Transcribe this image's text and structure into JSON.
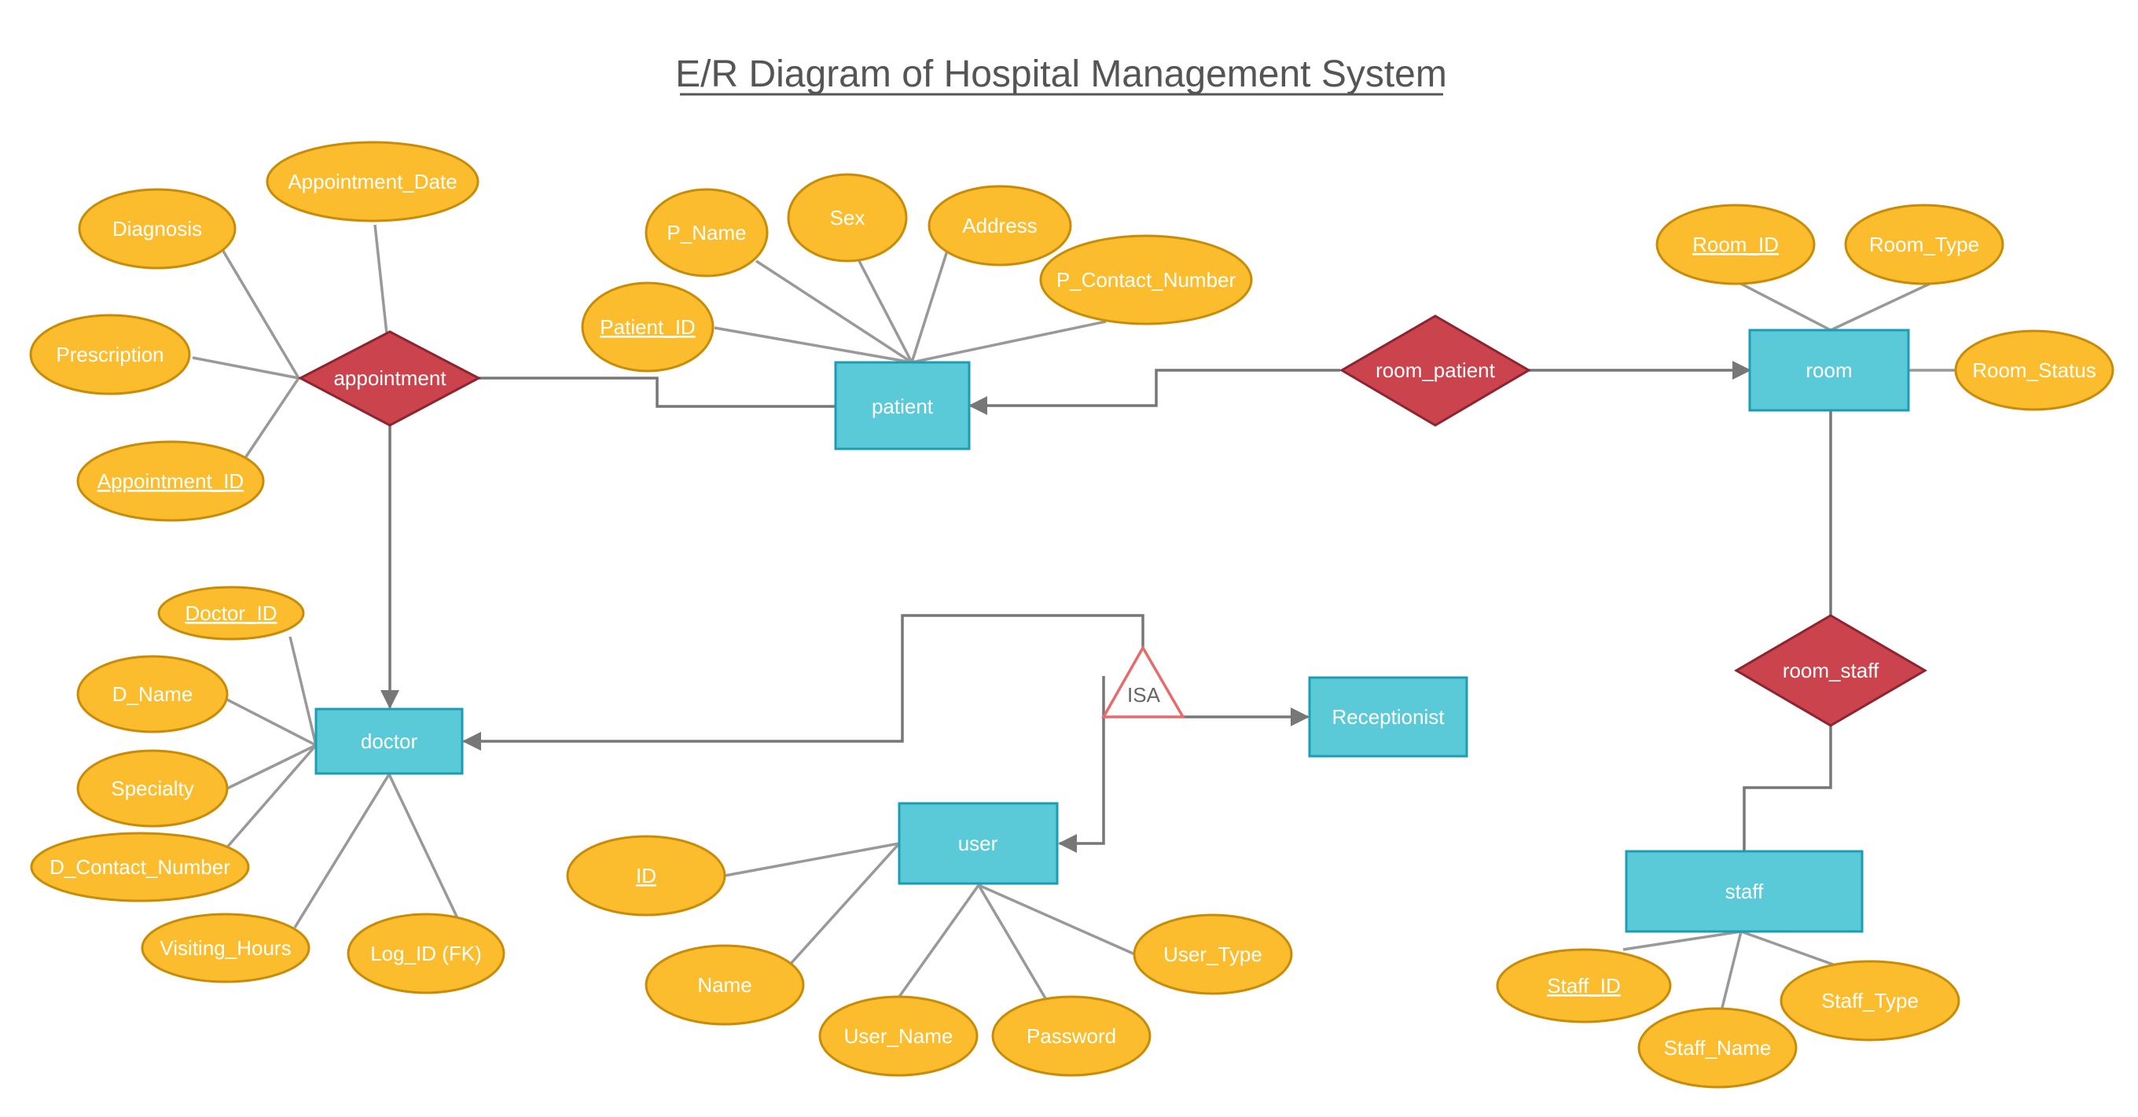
{
  "title": "E/R Diagram of Hospital Management System",
  "colors": {
    "entity_fill": "#5BCAD8",
    "attribute_fill": "#FBBD2E",
    "relationship_fill": "#CB434D",
    "isa_stroke": "#E86A6A",
    "title_text": "#555555"
  },
  "entities": {
    "patient": "patient",
    "room": "room",
    "doctor": "doctor",
    "user": "user",
    "receptionist": "Receptionist",
    "staff": "staff"
  },
  "relationships": {
    "appointment": "appointment",
    "room_patient": "room_patient",
    "room_staff": "room_staff"
  },
  "isa": "ISA",
  "attributes": {
    "appointment_date": "Appointment_Date",
    "diagnosis": "Diagnosis",
    "prescription": "Prescription",
    "appointment_id": "Appointment_ID",
    "p_name": "P_Name",
    "sex": "Sex",
    "address": "Address",
    "p_contact_number": "P_Contact_Number",
    "patient_id": "Patient_ID",
    "room_id": "Room_ID",
    "room_type": "Room_Type",
    "room_status": "Room_Status",
    "doctor_id": "Doctor_ID",
    "d_name": "D_Name",
    "specialty": "Specialty",
    "d_contact_number": "D_Contact_Number",
    "visiting_hours": "Visiting_Hours",
    "log_id": "Log_ID (FK)",
    "id": "ID",
    "name": "Name",
    "user_name": "User_Name",
    "password": "Password",
    "user_type": "User_Type",
    "staff_id": "Staff_ID",
    "staff_name": "Staff_Name",
    "staff_type": "Staff_Type"
  }
}
